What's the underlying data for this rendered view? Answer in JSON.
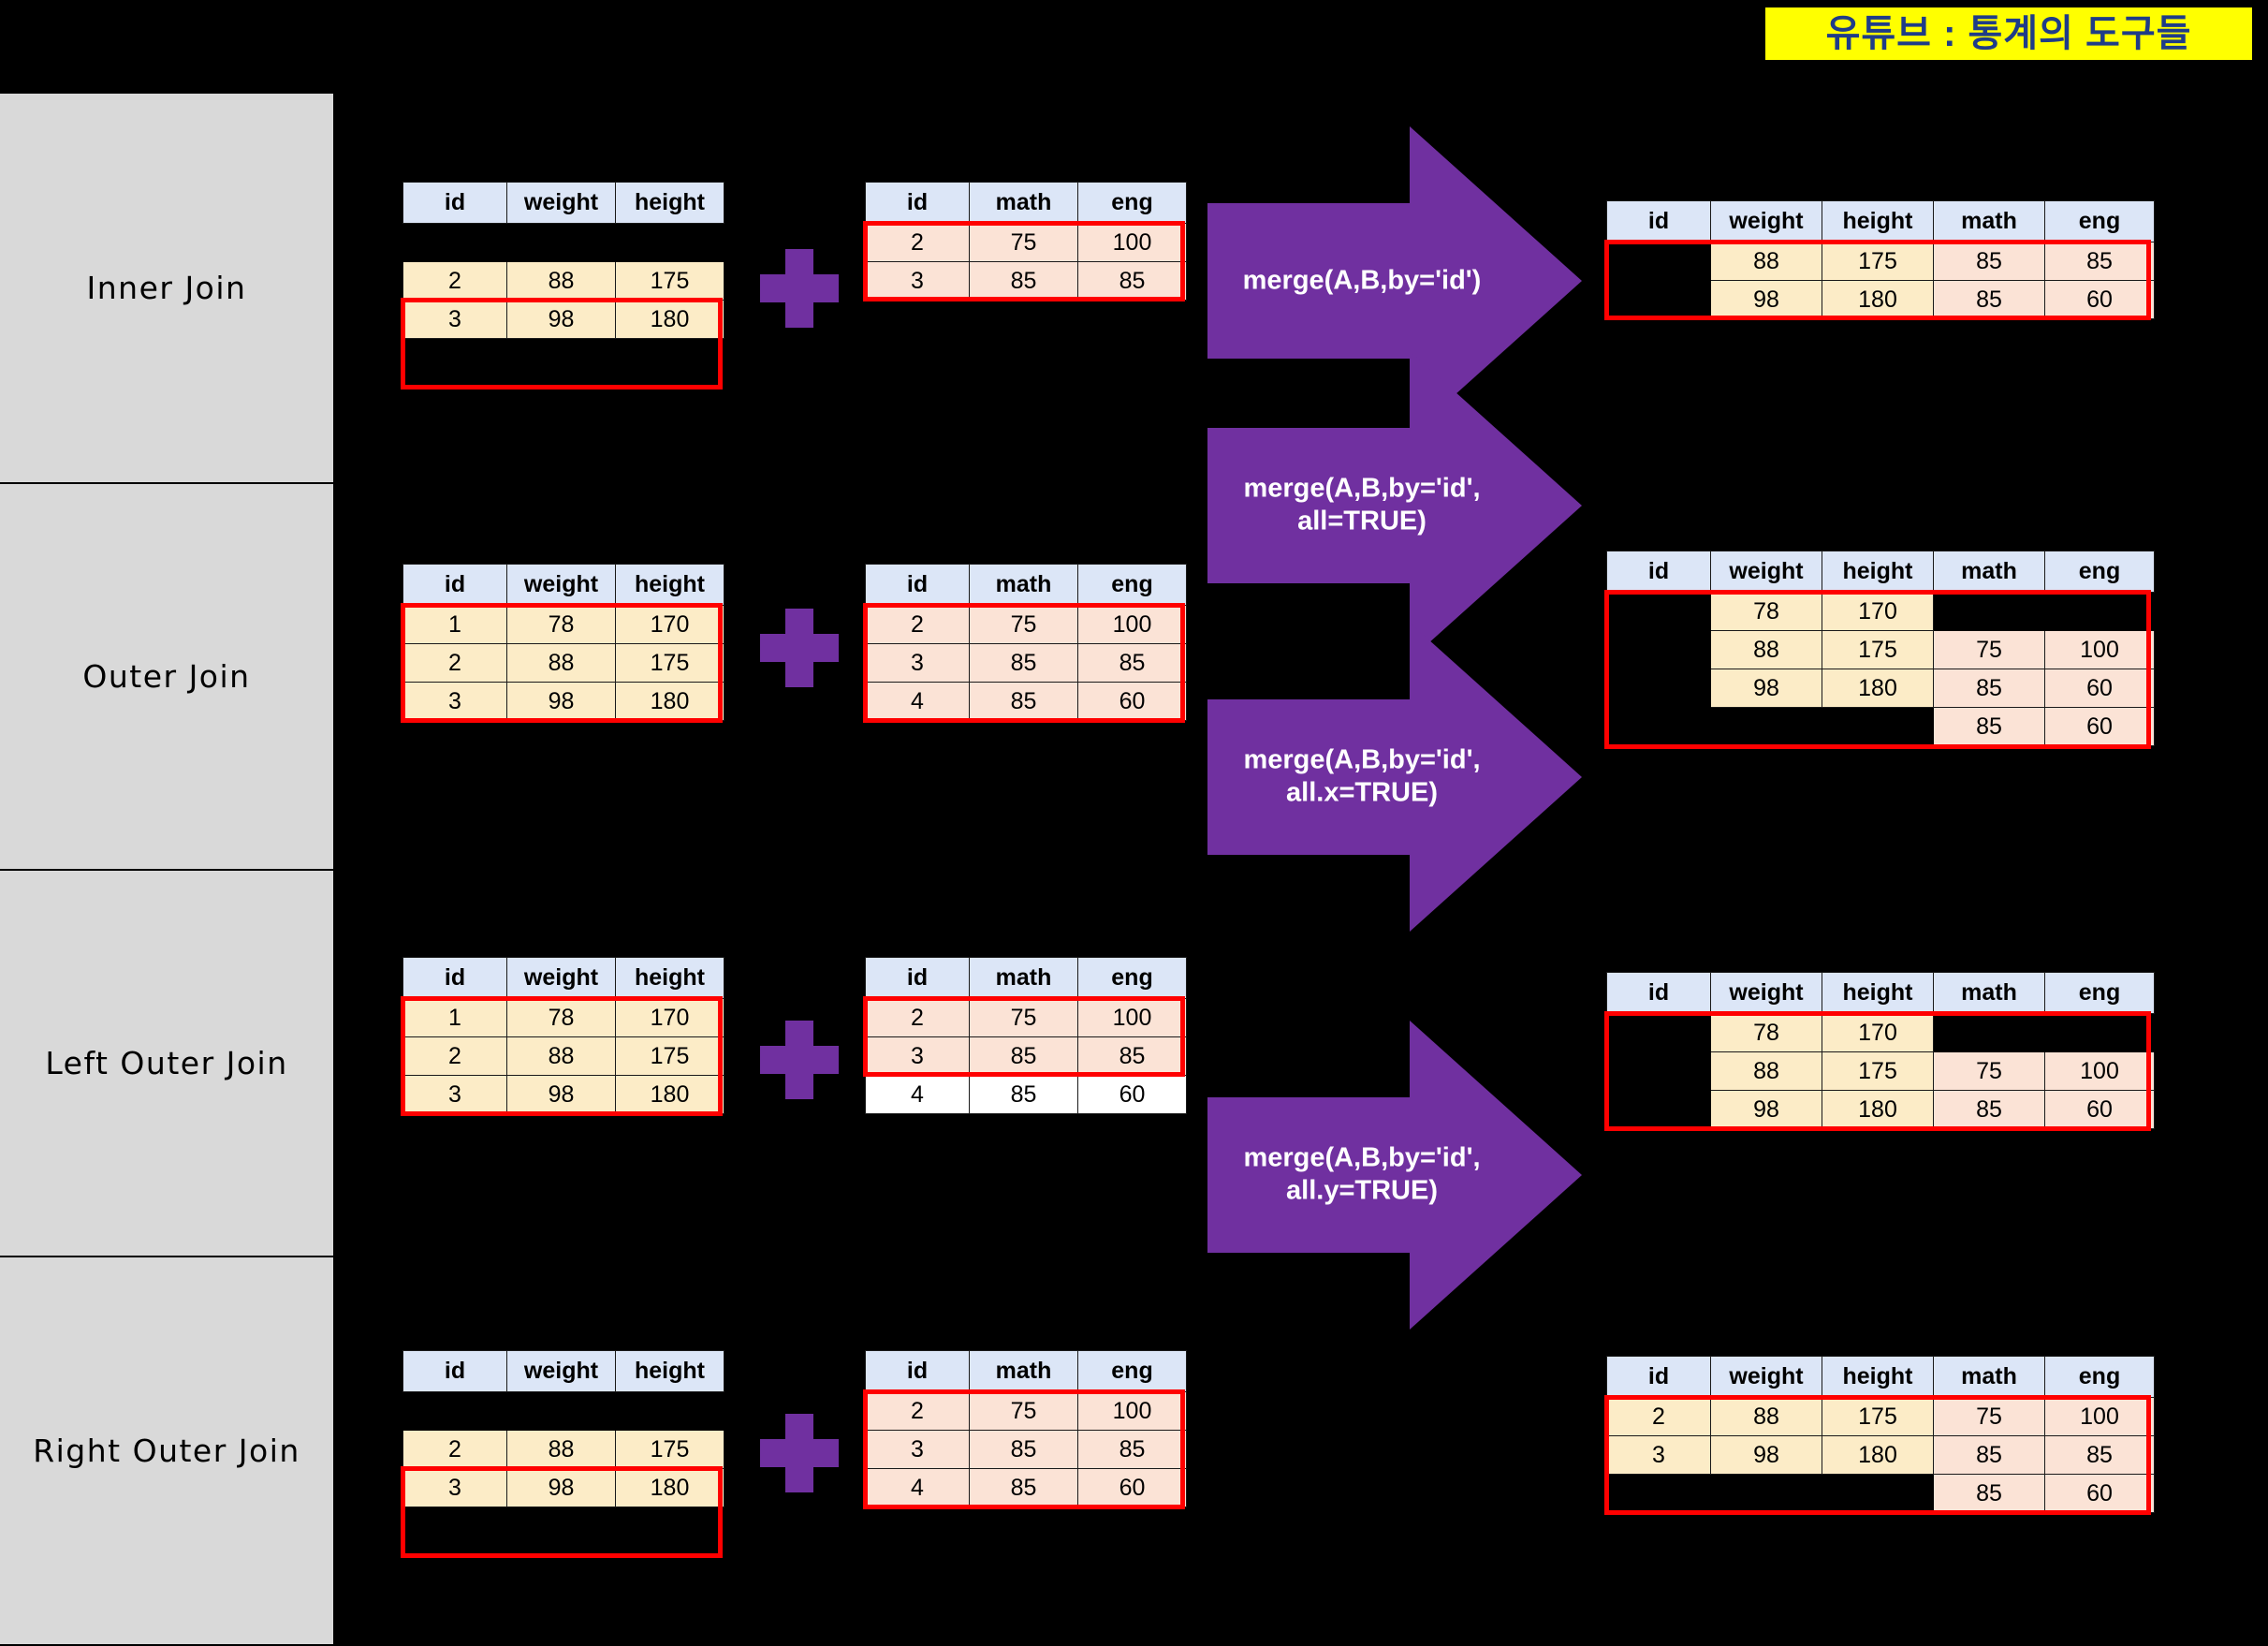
{
  "title": {
    "text": "유튜브 : 통계의 도구들",
    "bg_color": "#FFFF00",
    "text_color": "#1F3C88"
  },
  "colors": {
    "background": "#000000",
    "sidebar": "#D9D9D9",
    "header_cell": "#DCE6F7",
    "left_table_cell": "#FCECC7",
    "right_table_cell": "#FBE3D6",
    "highlight": "#FF0000",
    "arrow": "#7030A0",
    "plus": "#7030A0"
  },
  "sidebar": {
    "items": [
      {
        "label": "Inner Join"
      },
      {
        "label": "Outer Join"
      },
      {
        "label": "Left Outer Join"
      },
      {
        "label": "Right Outer Join"
      }
    ]
  },
  "rows": [
    {
      "name": "inner-join",
      "arrow_label": "merge(A,B,by='id')",
      "table_a": {
        "headers": [
          "id",
          "weight",
          "height"
        ],
        "rows": [
          {
            "cells": [
              "",
              "",
              ""
            ],
            "style": "blank"
          },
          {
            "cells": [
              "2",
              "88",
              "175"
            ],
            "style": "left"
          },
          {
            "cells": [
              "3",
              "98",
              "180"
            ],
            "style": "left"
          }
        ]
      },
      "table_b": {
        "headers": [
          "id",
          "math",
          "eng"
        ],
        "rows": [
          {
            "cells": [
              "2",
              "75",
              "100"
            ],
            "style": "right"
          },
          {
            "cells": [
              "3",
              "85",
              "85"
            ],
            "style": "right"
          }
        ]
      },
      "table_result": {
        "headers": [
          "id",
          "weight",
          "height",
          "math",
          "eng"
        ],
        "rows": [
          {
            "cells": [
              "",
              "88",
              "175",
              "85",
              "85"
            ],
            "styles": [
              "blank",
              "left",
              "left",
              "right",
              "right"
            ]
          },
          {
            "cells": [
              "",
              "98",
              "180",
              "85",
              "60"
            ],
            "styles": [
              "blank",
              "left",
              "left",
              "right",
              "right"
            ]
          }
        ]
      }
    },
    {
      "name": "outer-join",
      "arrow_label": "merge(A,B,by='id',\nall=TRUE)",
      "table_a": {
        "headers": [
          "id",
          "weight",
          "height"
        ],
        "rows": [
          {
            "cells": [
              "1",
              "78",
              "170"
            ],
            "style": "left"
          },
          {
            "cells": [
              "2",
              "88",
              "175"
            ],
            "style": "left"
          },
          {
            "cells": [
              "3",
              "98",
              "180"
            ],
            "style": "left"
          }
        ]
      },
      "table_b": {
        "headers": [
          "id",
          "math",
          "eng"
        ],
        "rows": [
          {
            "cells": [
              "2",
              "75",
              "100"
            ],
            "style": "right"
          },
          {
            "cells": [
              "3",
              "85",
              "85"
            ],
            "style": "right"
          },
          {
            "cells": [
              "4",
              "85",
              "60"
            ],
            "style": "right"
          }
        ]
      },
      "table_result": {
        "headers": [
          "id",
          "weight",
          "height",
          "math",
          "eng"
        ],
        "rows": [
          {
            "cells": [
              "",
              "78",
              "170",
              "",
              ""
            ],
            "styles": [
              "blank",
              "left",
              "left",
              "blank",
              "blank"
            ]
          },
          {
            "cells": [
              "",
              "88",
              "175",
              "75",
              "100"
            ],
            "styles": [
              "blank",
              "left",
              "left",
              "right",
              "right"
            ]
          },
          {
            "cells": [
              "",
              "98",
              "180",
              "85",
              "60"
            ],
            "styles": [
              "blank",
              "left",
              "left",
              "right",
              "right"
            ]
          },
          {
            "cells": [
              "",
              "",
              "",
              "85",
              "60"
            ],
            "styles": [
              "blank",
              "blank",
              "blank",
              "right",
              "right"
            ]
          }
        ]
      }
    },
    {
      "name": "left-outer-join",
      "arrow_label": "merge(A,B,by='id',\nall.x=TRUE)",
      "table_a": {
        "headers": [
          "id",
          "weight",
          "height"
        ],
        "rows": [
          {
            "cells": [
              "1",
              "78",
              "170"
            ],
            "style": "left"
          },
          {
            "cells": [
              "2",
              "88",
              "175"
            ],
            "style": "left"
          },
          {
            "cells": [
              "3",
              "98",
              "180"
            ],
            "style": "left"
          }
        ]
      },
      "table_b": {
        "headers": [
          "id",
          "math",
          "eng"
        ],
        "rows": [
          {
            "cells": [
              "2",
              "75",
              "100"
            ],
            "style": "right"
          },
          {
            "cells": [
              "3",
              "85",
              "85"
            ],
            "style": "right"
          },
          {
            "cells": [
              "4",
              "85",
              "60"
            ],
            "style": "white"
          }
        ]
      },
      "table_result": {
        "headers": [
          "id",
          "weight",
          "height",
          "math",
          "eng"
        ],
        "rows": [
          {
            "cells": [
              "",
              "78",
              "170",
              "",
              ""
            ],
            "styles": [
              "blank",
              "left",
              "left",
              "blank",
              "blank"
            ]
          },
          {
            "cells": [
              "",
              "88",
              "175",
              "75",
              "100"
            ],
            "styles": [
              "blank",
              "left",
              "left",
              "right",
              "right"
            ]
          },
          {
            "cells": [
              "",
              "98",
              "180",
              "85",
              "60"
            ],
            "styles": [
              "blank",
              "left",
              "left",
              "right",
              "right"
            ]
          }
        ]
      }
    },
    {
      "name": "right-outer-join",
      "arrow_label": "merge(A,B,by='id',\nall.y=TRUE)",
      "table_a": {
        "headers": [
          "id",
          "weight",
          "height"
        ],
        "rows": [
          {
            "cells": [
              "",
              "",
              ""
            ],
            "style": "blank"
          },
          {
            "cells": [
              "2",
              "88",
              "175"
            ],
            "style": "left"
          },
          {
            "cells": [
              "3",
              "98",
              "180"
            ],
            "style": "left"
          }
        ]
      },
      "table_b": {
        "headers": [
          "id",
          "math",
          "eng"
        ],
        "rows": [
          {
            "cells": [
              "2",
              "75",
              "100"
            ],
            "style": "right"
          },
          {
            "cells": [
              "3",
              "85",
              "85"
            ],
            "style": "right"
          },
          {
            "cells": [
              "4",
              "85",
              "60"
            ],
            "style": "right"
          }
        ]
      },
      "table_result": {
        "headers": [
          "id",
          "weight",
          "height",
          "math",
          "eng"
        ],
        "rows": [
          {
            "cells": [
              "2",
              "88",
              "175",
              "75",
              "100"
            ],
            "styles": [
              "left",
              "left",
              "left",
              "right",
              "right"
            ]
          },
          {
            "cells": [
              "3",
              "98",
              "180",
              "85",
              "85"
            ],
            "styles": [
              "left",
              "left",
              "left",
              "right",
              "right"
            ]
          },
          {
            "cells": [
              "",
              "",
              "",
              "85",
              "60"
            ],
            "styles": [
              "blank",
              "blank",
              "blank",
              "right",
              "right"
            ]
          }
        ]
      }
    }
  ]
}
